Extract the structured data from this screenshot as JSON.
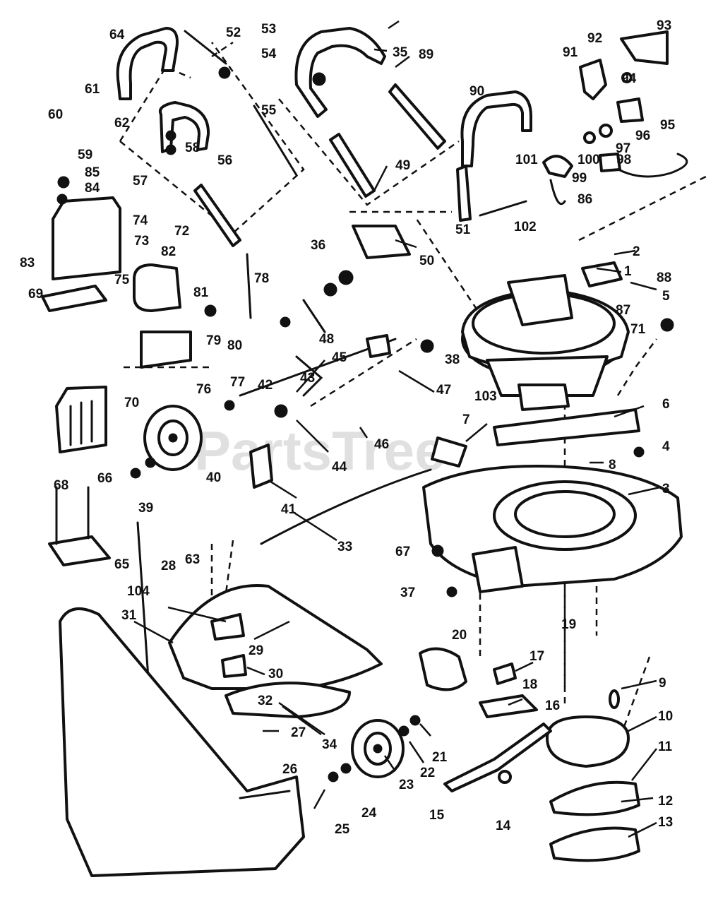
{
  "watermark": "PartsTree",
  "callouts": [
    "1",
    "2",
    "3",
    "4",
    "5",
    "6",
    "7",
    "8",
    "9",
    "10",
    "11",
    "12",
    "13",
    "14",
    "15",
    "16",
    "17",
    "18",
    "19",
    "20",
    "21",
    "22",
    "23",
    "24",
    "25",
    "26",
    "27",
    "28",
    "29",
    "30",
    "31",
    "32",
    "33",
    "34",
    "35",
    "36",
    "37",
    "38",
    "39",
    "40",
    "41",
    "42",
    "43",
    "44",
    "45",
    "46",
    "47",
    "48",
    "49",
    "50",
    "51",
    "52",
    "53",
    "54",
    "55",
    "56",
    "57",
    "58",
    "59",
    "60",
    "61",
    "62",
    "63",
    "64",
    "65",
    "66",
    "67",
    "68",
    "69",
    "70",
    "71",
    "72",
    "73",
    "74",
    "75",
    "76",
    "77",
    "78",
    "79",
    "80",
    "81",
    "82",
    "83",
    "84",
    "85",
    "86",
    "87",
    "88",
    "89",
    "90",
    "91",
    "92",
    "93",
    "94",
    "95",
    "96",
    "97",
    "98",
    "99",
    "100",
    "101",
    "102",
    "103",
    "104"
  ]
}
